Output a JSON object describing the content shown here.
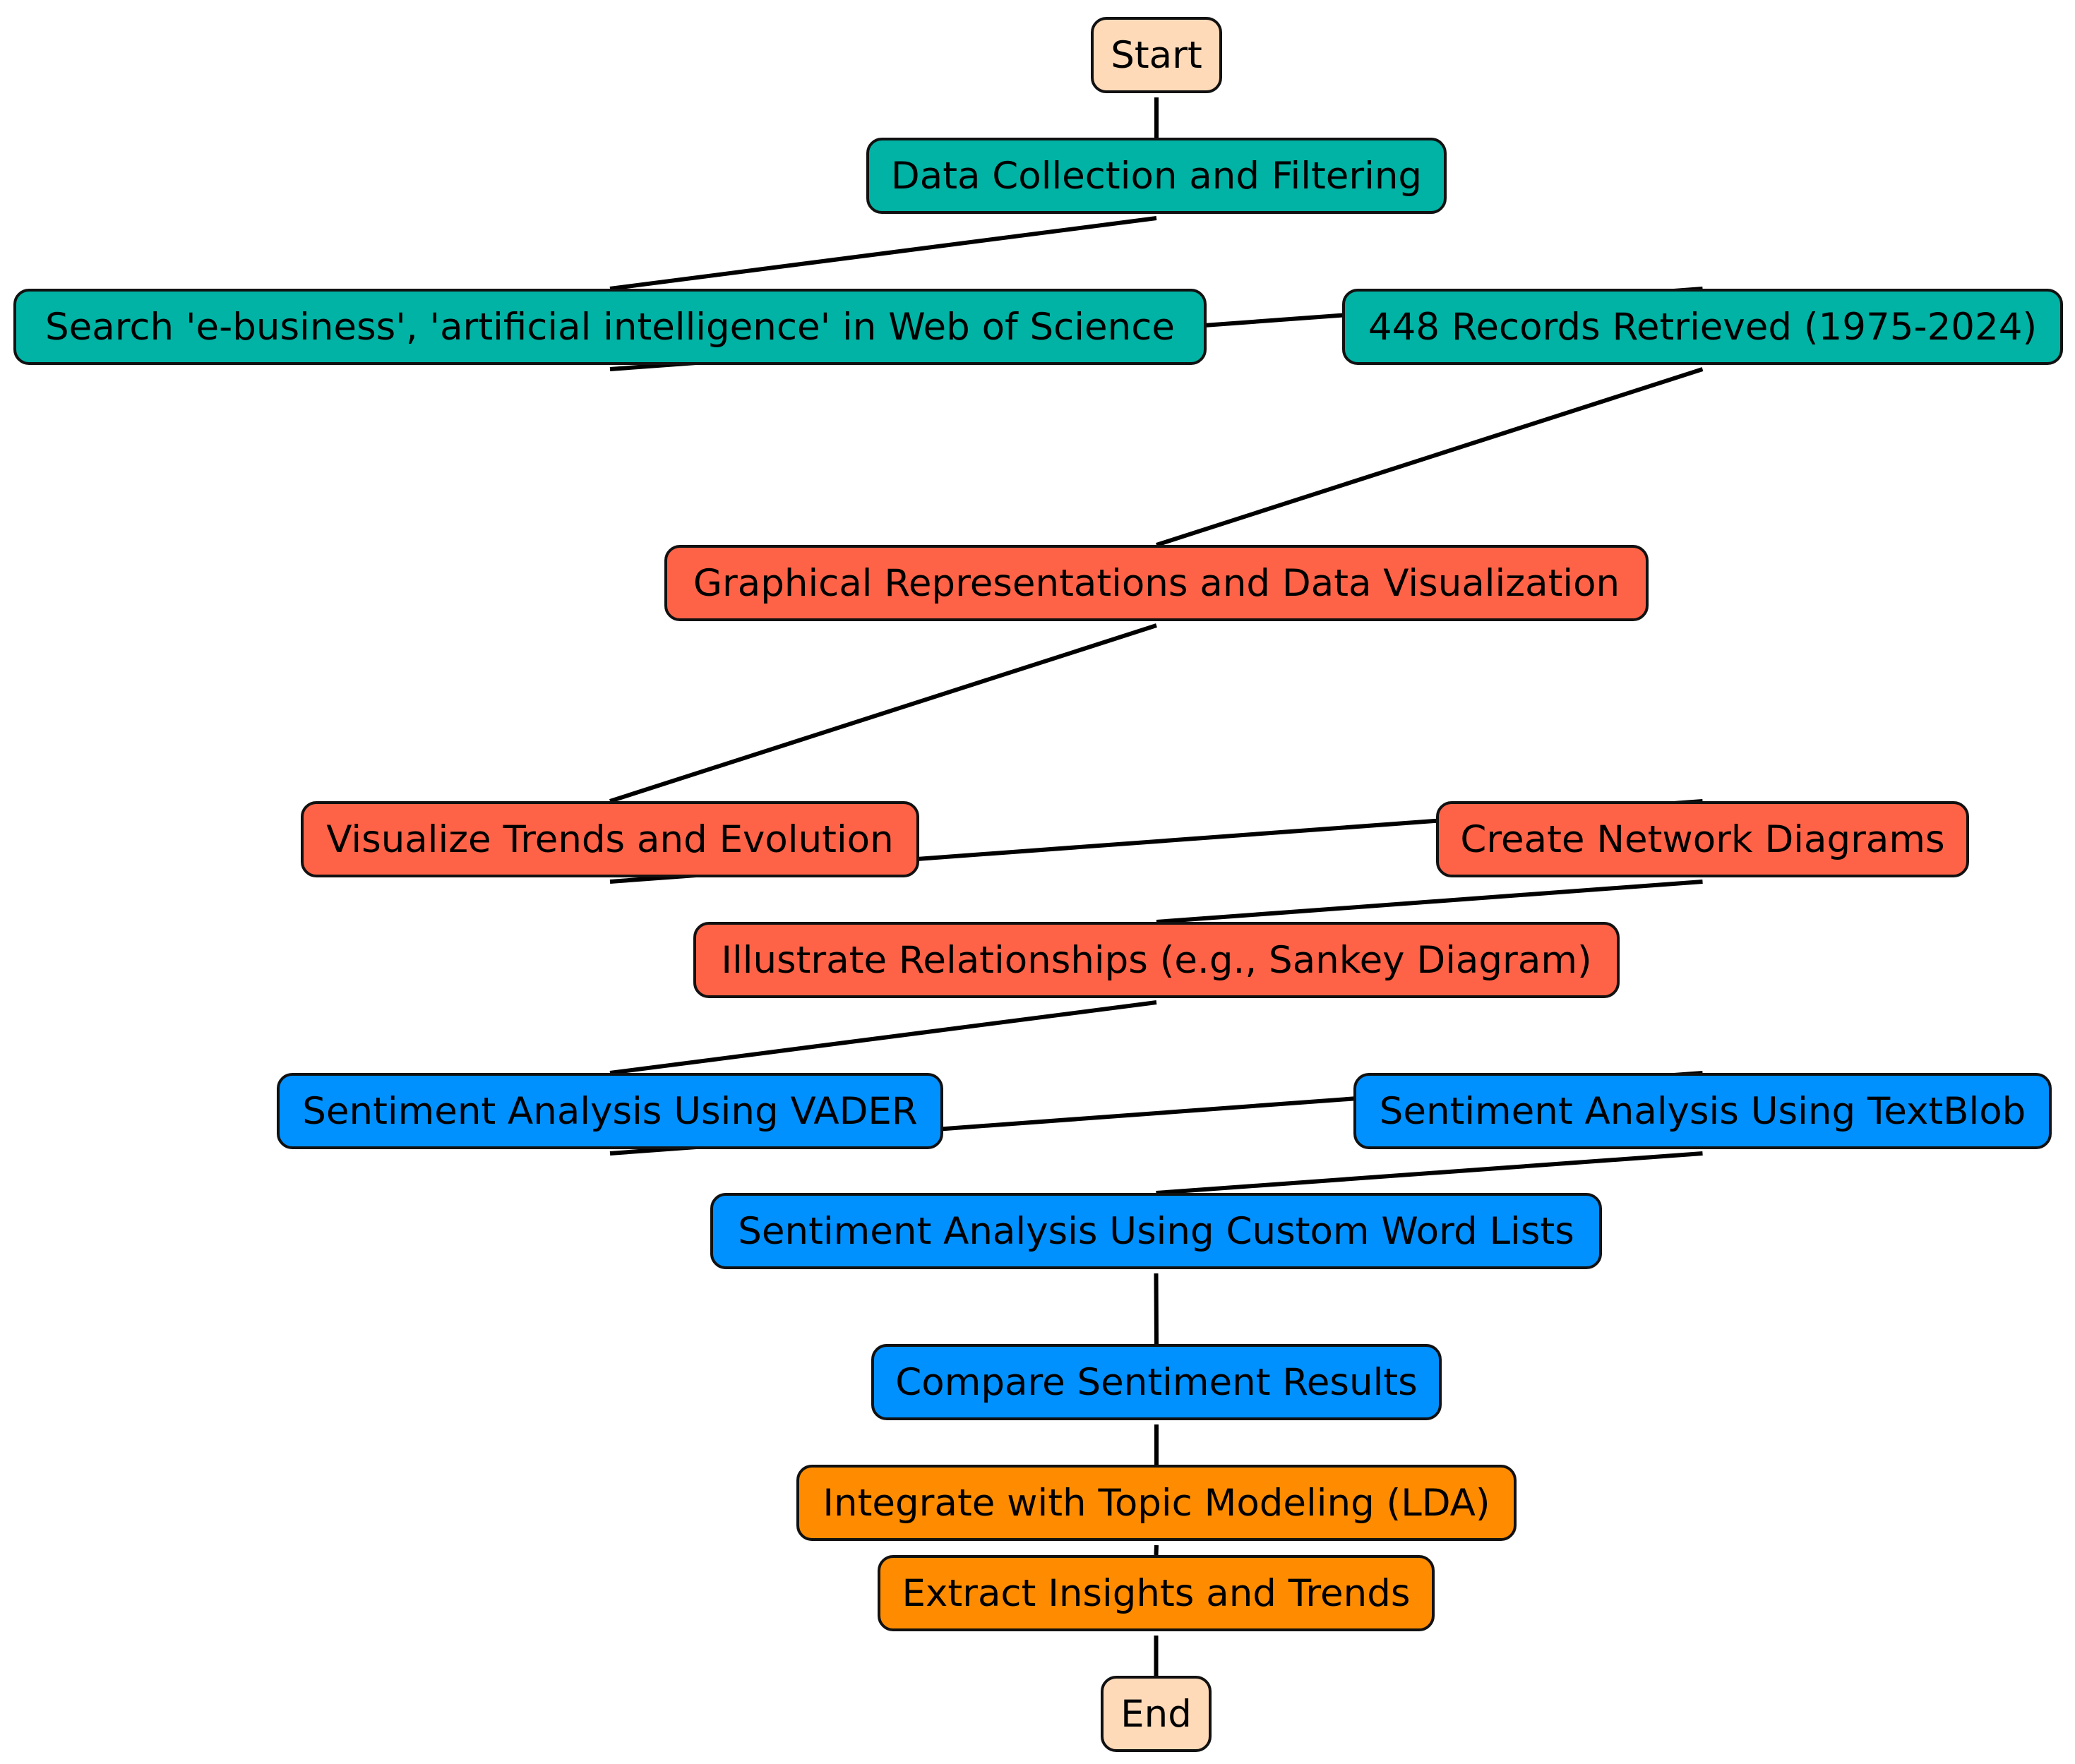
{
  "colors": {
    "terminal": "#FFDAB9",
    "data_collection": "#00B3A4",
    "visualization": "#FF6347",
    "sentiment": "#0091FF",
    "insights": "#FF8C00",
    "edge": "#000000"
  },
  "nodes": {
    "start": {
      "label": "Start",
      "group": "terminal"
    },
    "data_collection": {
      "label": "Data Collection and Filtering",
      "group": "data_collection"
    },
    "search": {
      "label": "Search 'e-business', 'artificial intelligence' in Web of Science",
      "group": "data_collection"
    },
    "records": {
      "label": "448 Records Retrieved (1975-2024)",
      "group": "data_collection"
    },
    "graphical": {
      "label": "Graphical Representations and Data Visualization",
      "group": "visualization"
    },
    "visualize_trends": {
      "label": "Visualize Trends and Evolution",
      "group": "visualization"
    },
    "network_diagrams": {
      "label": "Create Network Diagrams",
      "group": "visualization"
    },
    "relationships": {
      "label": "Illustrate Relationships (e.g., Sankey Diagram)",
      "group": "visualization"
    },
    "vader": {
      "label": "Sentiment Analysis Using VADER",
      "group": "sentiment"
    },
    "textblob": {
      "label": "Sentiment Analysis Using TextBlob",
      "group": "sentiment"
    },
    "custom_words": {
      "label": "Sentiment Analysis Using Custom Word Lists",
      "group": "sentiment"
    },
    "compare": {
      "label": "Compare Sentiment Results",
      "group": "sentiment"
    },
    "lda": {
      "label": "Integrate with Topic Modeling (LDA)",
      "group": "insights"
    },
    "extract": {
      "label": "Extract Insights and Trends",
      "group": "insights"
    },
    "end": {
      "label": "End",
      "group": "terminal"
    }
  },
  "edges": [
    [
      "start",
      "data_collection"
    ],
    [
      "data_collection",
      "search"
    ],
    [
      "search",
      "records"
    ],
    [
      "records",
      "graphical"
    ],
    [
      "graphical",
      "visualize_trends"
    ],
    [
      "visualize_trends",
      "network_diagrams"
    ],
    [
      "network_diagrams",
      "relationships"
    ],
    [
      "relationships",
      "vader"
    ],
    [
      "vader",
      "textblob"
    ],
    [
      "textblob",
      "custom_words"
    ],
    [
      "custom_words",
      "compare"
    ],
    [
      "compare",
      "lda"
    ],
    [
      "lda",
      "extract"
    ],
    [
      "extract",
      "end"
    ]
  ]
}
